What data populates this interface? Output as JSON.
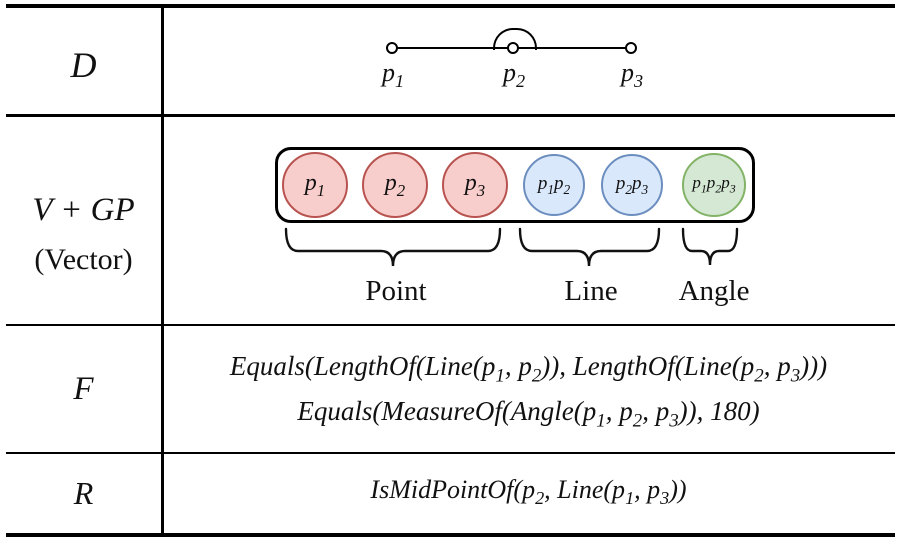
{
  "figure": {
    "rows": [
      {
        "key": "D",
        "label": "D"
      },
      {
        "key": "V+GP",
        "label": "V + GP",
        "sublabel": "(Vector)"
      },
      {
        "key": "F",
        "label": "F"
      },
      {
        "key": "R",
        "label": "R"
      }
    ],
    "diagram": {
      "point_labels": [
        "p_1",
        "p_2",
        "p_3"
      ]
    },
    "vector": {
      "circles": [
        {
          "label": "p_1",
          "type": "point"
        },
        {
          "label": "p_2",
          "type": "point"
        },
        {
          "label": "p_3",
          "type": "point"
        },
        {
          "label": "p_1p_2",
          "type": "line"
        },
        {
          "label": "p_2p_3",
          "type": "line"
        },
        {
          "label": "p_1p_2p_3",
          "type": "angle"
        }
      ],
      "group_labels": [
        "Point",
        "Line",
        "Angle"
      ],
      "colors": {
        "point_fill": "#f8cecc",
        "point_stroke": "#b85450",
        "line_fill": "#dae8fc",
        "line_stroke": "#6c8ebf",
        "angle_fill": "#d5e8d4",
        "angle_stroke": "#82b366",
        "rule": "#000000"
      }
    },
    "formulas": [
      "Equals(LengthOf(Line(p_1, p_2)), LengthOf(Line(p_2, p_3)))",
      "Equals(MeasureOf(Angle(p_1, p_2, p_3)), 180)"
    ],
    "relation": "IsMidPointOf(p_2, Line(p_1, p_3))"
  }
}
